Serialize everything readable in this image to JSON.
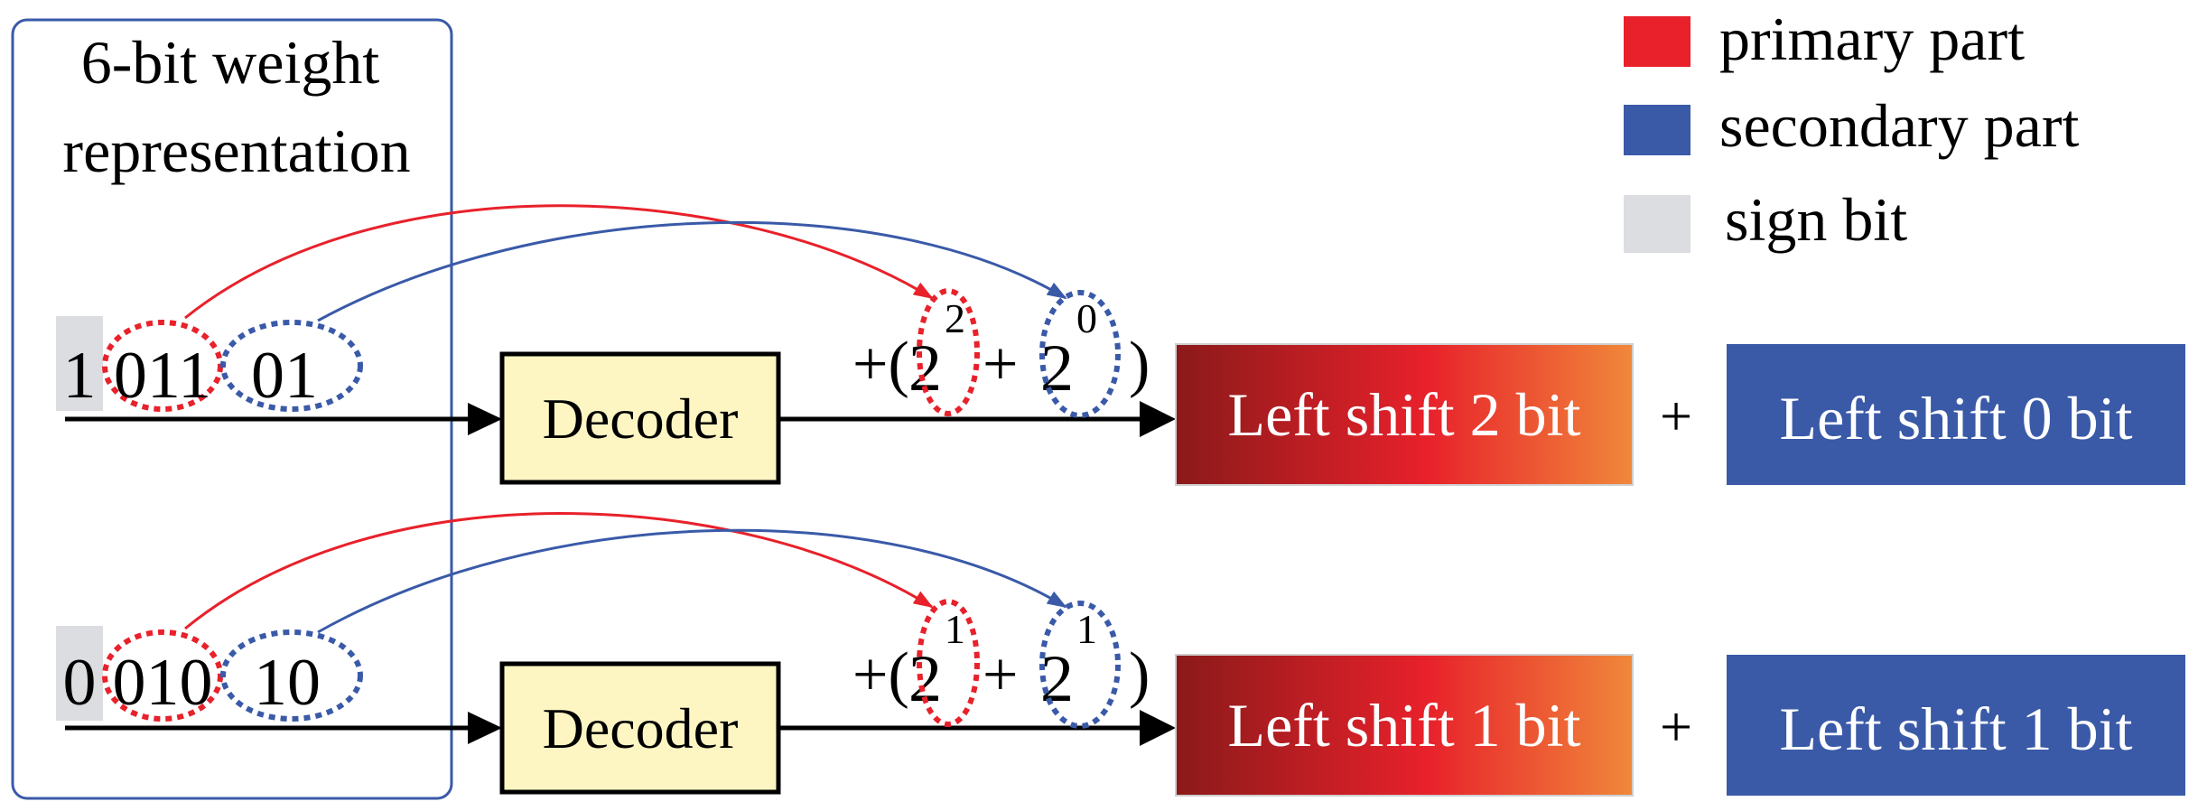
{
  "weight_box": {
    "title_line1": "6-bit weight",
    "title_line2": "representation"
  },
  "legend": [
    {
      "label": "primary part",
      "color": "#e8212b"
    },
    {
      "label": "secondary part",
      "color": "#3a5aa8"
    },
    {
      "label": "sign bit",
      "color": "#dcdde1"
    }
  ],
  "colors": {
    "primary": "#e8212b",
    "secondary": "#3a5aa8",
    "sign": "#dcdde1",
    "decoder_fill": "#fdf6c3",
    "gradient_start": "#8b1a1a",
    "gradient_mid": "#e8212b",
    "gradient_end": "#f0883a"
  },
  "rows": [
    {
      "sign_bit": "1",
      "primary_bits": "011",
      "secondary_bits": "01",
      "decoder_label": "Decoder",
      "formula_prefix": "+(",
      "primary_base": "2",
      "primary_exp": "2",
      "plus": "+",
      "secondary_base": "2",
      "secondary_exp": "0",
      "formula_suffix": ")",
      "primary_shift": "Left shift 2 bit",
      "op": "+",
      "secondary_shift": "Left shift 0 bit"
    },
    {
      "sign_bit": "0",
      "primary_bits": "010",
      "secondary_bits": "10",
      "decoder_label": "Decoder",
      "formula_prefix": "+(",
      "primary_base": "2",
      "primary_exp": "1",
      "plus": "+",
      "secondary_base": "2",
      "secondary_exp": "1",
      "formula_suffix": ")",
      "primary_shift": "Left shift 1 bit",
      "op": "+",
      "secondary_shift": "Left shift 1 bit"
    }
  ]
}
